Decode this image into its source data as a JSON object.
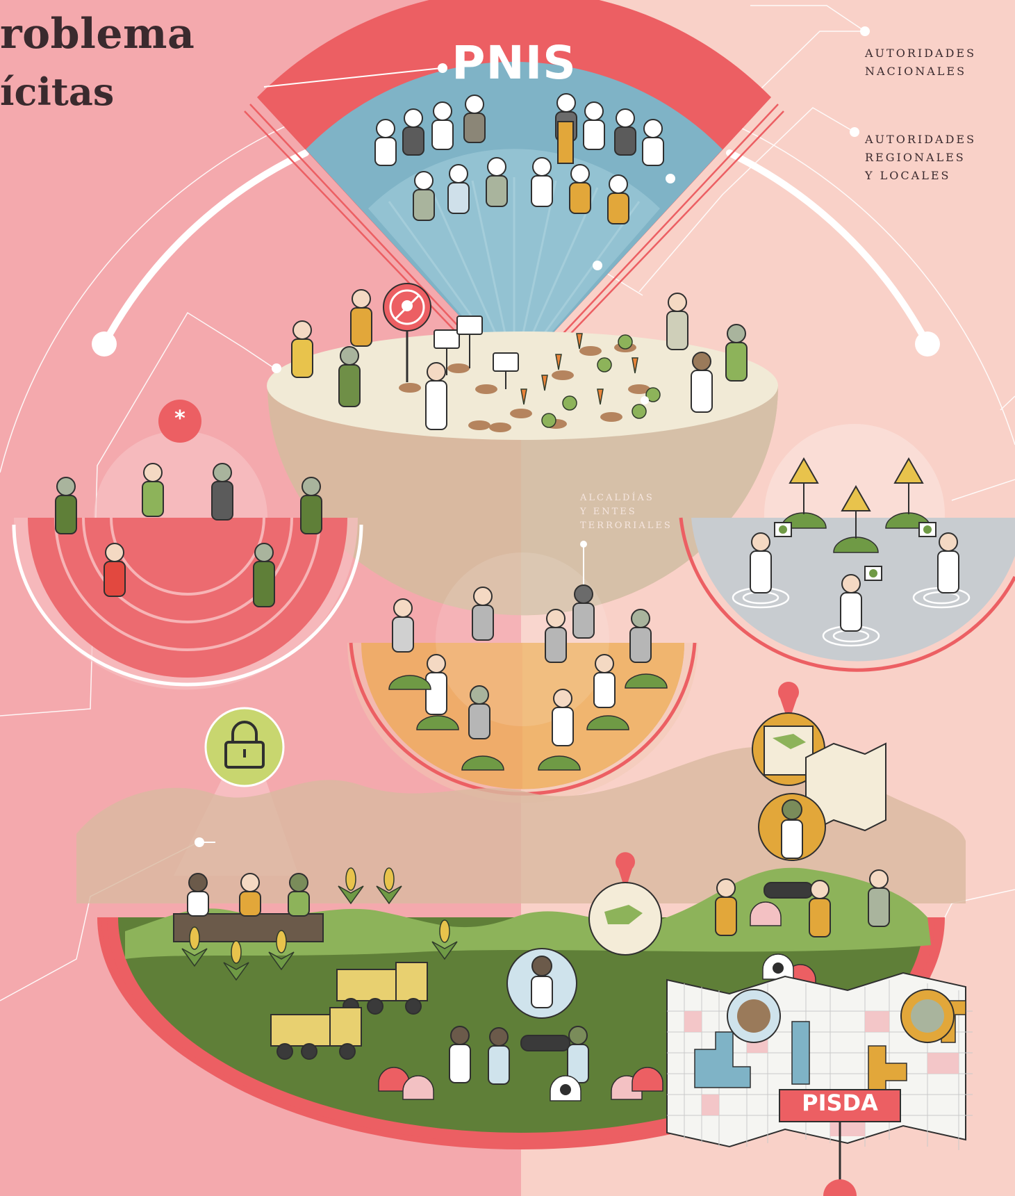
{
  "header": {
    "title": "roblema",
    "subtitle": "ícitas"
  },
  "labels": {
    "pnis": "PNIS",
    "pisda": "PISDA",
    "national_authorities": "AUTORIDADES\nNACIONALES",
    "regional_authorities": "AUTORIDADES\nREGIONALES\nY LOCALES",
    "municipal": "ALCALDÍAS\nY ENTES\nTERRORIALES",
    "asterisk": "*"
  },
  "colors": {
    "bg_left": "#f4a9ad",
    "bg_right": "#f9d1c8",
    "pnis_red": "#ec5f63",
    "blue": "#7fb3c6",
    "cream": "#f1ead6",
    "bowl": "#d9b9a0",
    "orange": "#efac6a",
    "grey_blue": "#c8ccd0",
    "green_light": "#8db35a",
    "green_dark": "#5f7f38",
    "yellow": "#e8c34c",
    "lock_green": "#c8d66f"
  },
  "icons": {
    "lock": "lock-icon",
    "warning": "warning-icon",
    "check": "check-icon",
    "skull": "skull-icon",
    "pin": "map-pin-icon"
  }
}
